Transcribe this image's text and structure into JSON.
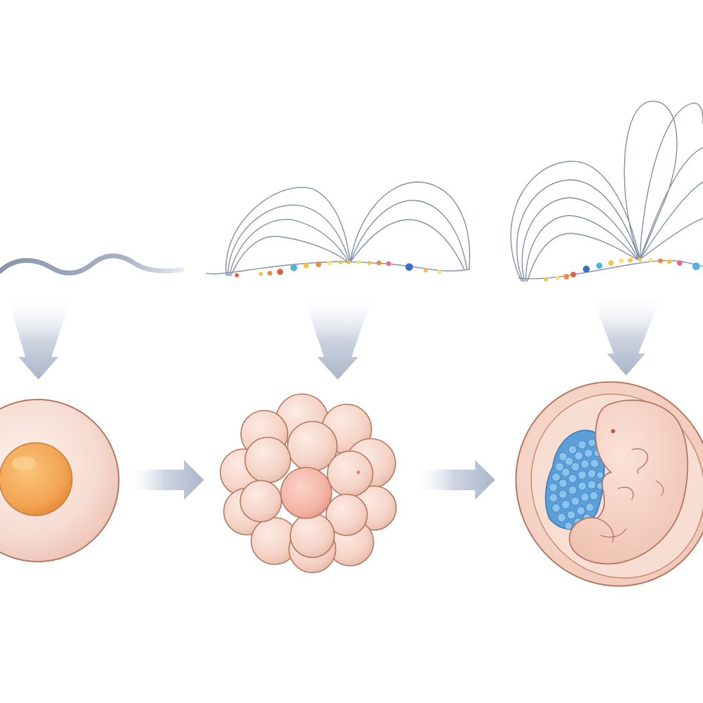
{
  "diagram": {
    "stages": [
      {
        "id": "stage-1",
        "wave": "wavy-line",
        "cell": "single-cell-zygote"
      },
      {
        "id": "stage-2",
        "wave": "looped-arcs-few",
        "cell": "morula-cell-cluster"
      },
      {
        "id": "stage-3",
        "wave": "looped-arcs-many",
        "cell": "embryo-in-sac"
      }
    ],
    "connectors": [
      "down-arrow",
      "down-arrow",
      "down-arrow",
      "right-arrow",
      "right-arrow"
    ]
  },
  "colors": {
    "background": "#ffffff",
    "cell_fill": "#f6d9cf",
    "cell_outline": "#b67560",
    "nucleus": "#f2a452",
    "arrow": "#b9c3d3",
    "line": "#8796ad",
    "cluster_blue": "#5a9fd8",
    "bead_colors": [
      "#f4c34a",
      "#e85a3c",
      "#4fb4e0",
      "#f08a3a",
      "#3a6fc8",
      "#f5e27a",
      "#e96a8a"
    ]
  }
}
